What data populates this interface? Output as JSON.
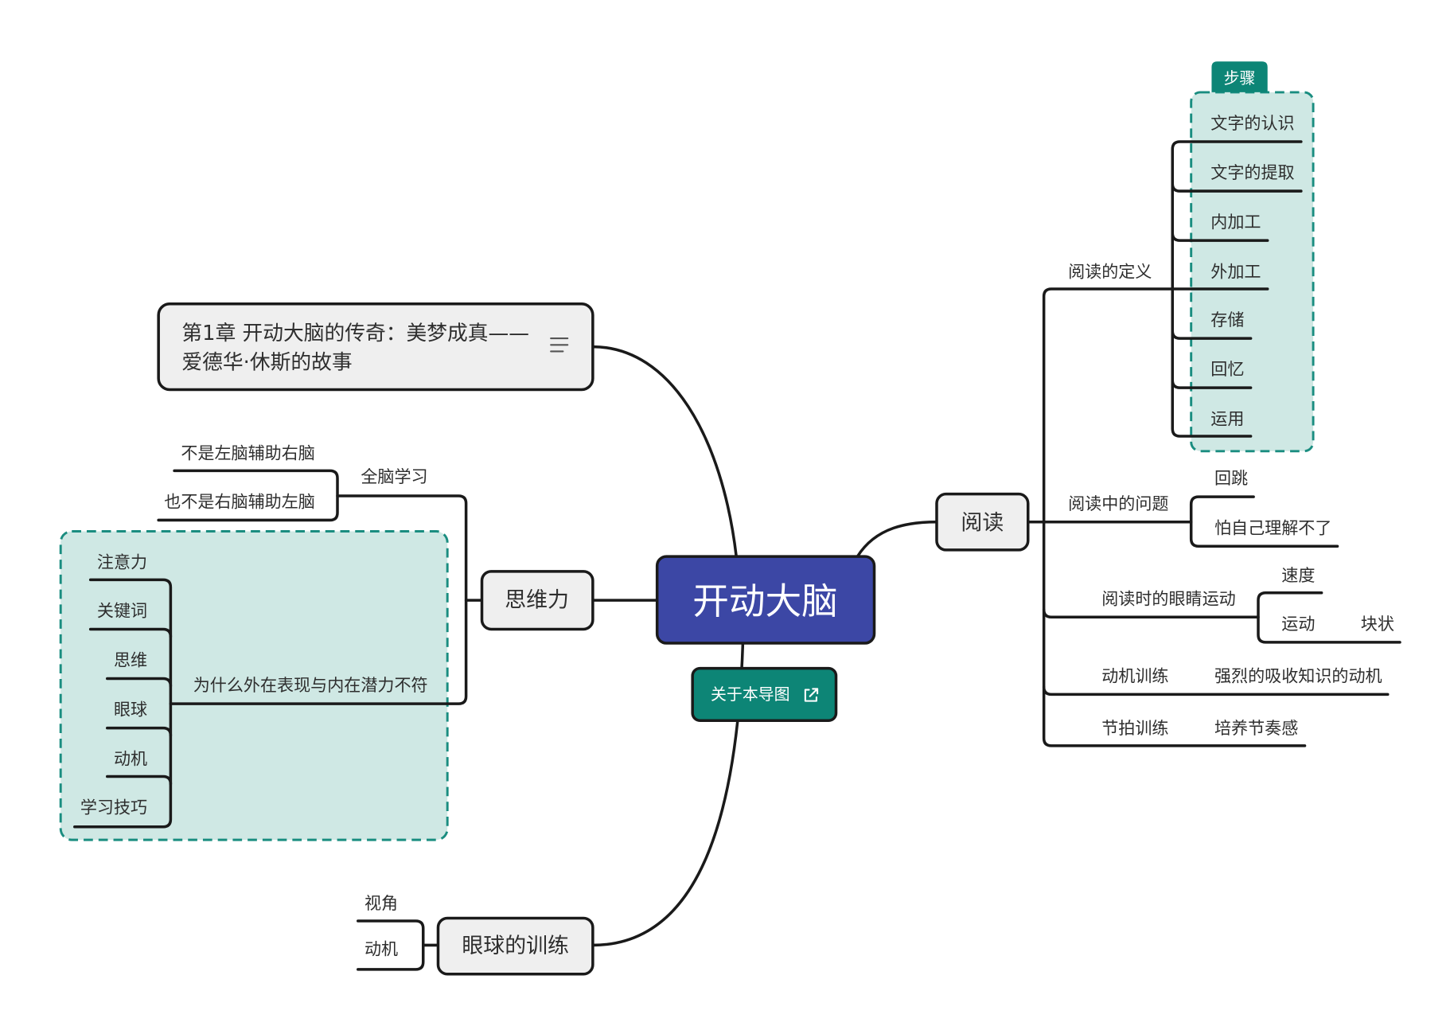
{
  "central": {
    "label": "开动大脑"
  },
  "about_button": {
    "label": "关于本导图",
    "icon": "external-link-icon"
  },
  "chapter": {
    "lines": [
      "第1章 开动大脑的传奇：美梦成真——",
      "爱德华·休斯的故事"
    ],
    "note_icon": "notes-icon"
  },
  "thinking": {
    "label": "思维力",
    "whole_brain": {
      "label": "全脑学习",
      "children": [
        "不是左脑辅助右脑",
        "也不是右脑辅助左脑"
      ]
    },
    "potential_gap": {
      "label": "为什么外在表现与内在潜力不符",
      "children": [
        "注意力",
        "关键词",
        "思维",
        "眼球",
        "动机",
        "学习技巧"
      ]
    }
  },
  "eye_training": {
    "label": "眼球的训练",
    "children": [
      "视角",
      "动机"
    ]
  },
  "reading": {
    "label": "阅读",
    "definition": {
      "label": "阅读的定义",
      "boundary_label": "步骤",
      "children": [
        "文字的认识",
        "文字的提取",
        "内加工",
        "外加工",
        "存储",
        "回忆",
        "运用"
      ]
    },
    "problems": {
      "label": "阅读中的问题",
      "children": [
        "回跳",
        "怕自己理解不了"
      ]
    },
    "eye_movement": {
      "label": "阅读时的眼睛运动",
      "children": [
        {
          "label": "速度"
        },
        {
          "label": "运动",
          "children": [
            "块状"
          ]
        }
      ]
    },
    "motivation": {
      "label": "动机训练",
      "children": [
        "强烈的吸收知识的动机"
      ]
    },
    "rhythm": {
      "label": "节拍训练",
      "children": [
        "培养节奏感"
      ]
    }
  },
  "colors": {
    "central_fill": "#3c47a5",
    "accent_teal": "#0d8576",
    "boundary_fill": "#cfe8e4",
    "boundary_stroke": "#1a8d80",
    "topic_fill": "#efefef",
    "line": "#1a1a1a",
    "text": "#2e2e2e",
    "on_accent": "#ffffff"
  }
}
